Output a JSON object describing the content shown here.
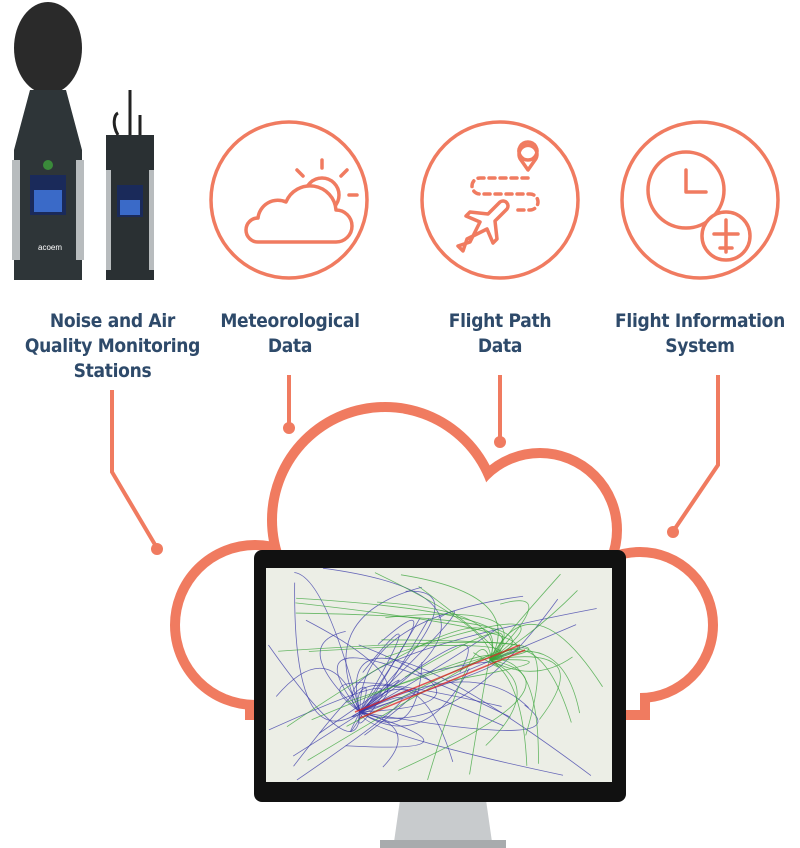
{
  "colors": {
    "accent": "#f07b60",
    "text": "#2e4a6a",
    "track_green": "#3aa43a",
    "track_blue": "#3a3aa8"
  },
  "sources": [
    {
      "id": "stations",
      "label_lines": [
        "Noise and Air",
        "Quality Monitoring",
        "Stations"
      ],
      "icon": "monitoring-device-icon",
      "brand": "acoem"
    },
    {
      "id": "meteo",
      "label_lines": [
        "Meteorological",
        "Data"
      ],
      "icon": "cloud-sun-icon"
    },
    {
      "id": "flightpath",
      "label_lines": [
        "Flight Path",
        "Data"
      ],
      "icon": "airplane-route-icon"
    },
    {
      "id": "fis",
      "label_lines": [
        "Flight Information",
        "System"
      ],
      "icon": "clock-airplane-icon"
    }
  ],
  "center": {
    "icon": "cloud-icon",
    "screen": "flight-track-map"
  }
}
